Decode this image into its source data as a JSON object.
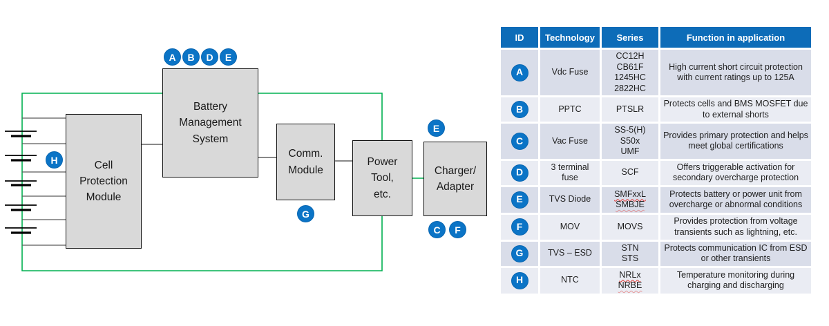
{
  "diagram": {
    "boxes": [
      {
        "id": "cell-protection-module",
        "label": "Cell\nProtection\nModule"
      },
      {
        "id": "battery-management-system",
        "label": "Battery\nManagement\nSystem"
      },
      {
        "id": "comm-module",
        "label": "Comm.\nModule"
      },
      {
        "id": "power-tool",
        "label": "Power\nTool,\netc."
      },
      {
        "id": "charger-adapter",
        "label": "Charger/\nAdapter"
      }
    ],
    "badges": [
      "A",
      "B",
      "D",
      "E",
      "H",
      "G",
      "E",
      "C",
      "F"
    ],
    "colors": {
      "wire_green": "#00b050",
      "box_fill": "#d9d9d9",
      "badge_blue": "#0b74c6",
      "header_blue": "#0d6cb8",
      "row_odd": "#d9dde9",
      "row_even": "#eaecf3",
      "squiggle_red": "#e0342f"
    }
  },
  "table": {
    "headers": [
      "ID",
      "Technology",
      "Series",
      "Function in application"
    ],
    "rows": [
      {
        "id": "A",
        "technology": "Vdc Fuse",
        "series": [
          "CC12H",
          "CB61F",
          "1245HC",
          "2822HC"
        ],
        "function": "High current short circuit protection with current ratings up to 125A"
      },
      {
        "id": "B",
        "technology": "PPTC",
        "series": [
          "PTSLR"
        ],
        "function": "Protects cells and BMS MOSFET due to external shorts"
      },
      {
        "id": "C",
        "technology": "Vac Fuse",
        "series": [
          "SS-5(H)",
          "S50x",
          "UMF"
        ],
        "function": "Provides primary protection and helps meet global certifications"
      },
      {
        "id": "D",
        "technology": "3 terminal fuse",
        "series": [
          "SCF"
        ],
        "function": "Offers triggerable activation for secondary overcharge protection"
      },
      {
        "id": "E",
        "technology": "TVS Diode",
        "series": [
          "SMFxxL",
          "SMBJE"
        ],
        "function": "Protects battery or power unit from overcharge or abnormal conditions"
      },
      {
        "id": "F",
        "technology": "MOV",
        "series": [
          "MOVS"
        ],
        "function": "Provides protection from voltage transients such as lightning, etc."
      },
      {
        "id": "G",
        "technology": "TVS – ESD",
        "series": [
          "STN",
          "STS"
        ],
        "function": "Protects communication IC from ESD or other transients"
      },
      {
        "id": "H",
        "technology": "NTC",
        "series": [
          "NRLx",
          "NRBE"
        ],
        "function": "Temperature monitoring during charging and discharging"
      }
    ]
  }
}
